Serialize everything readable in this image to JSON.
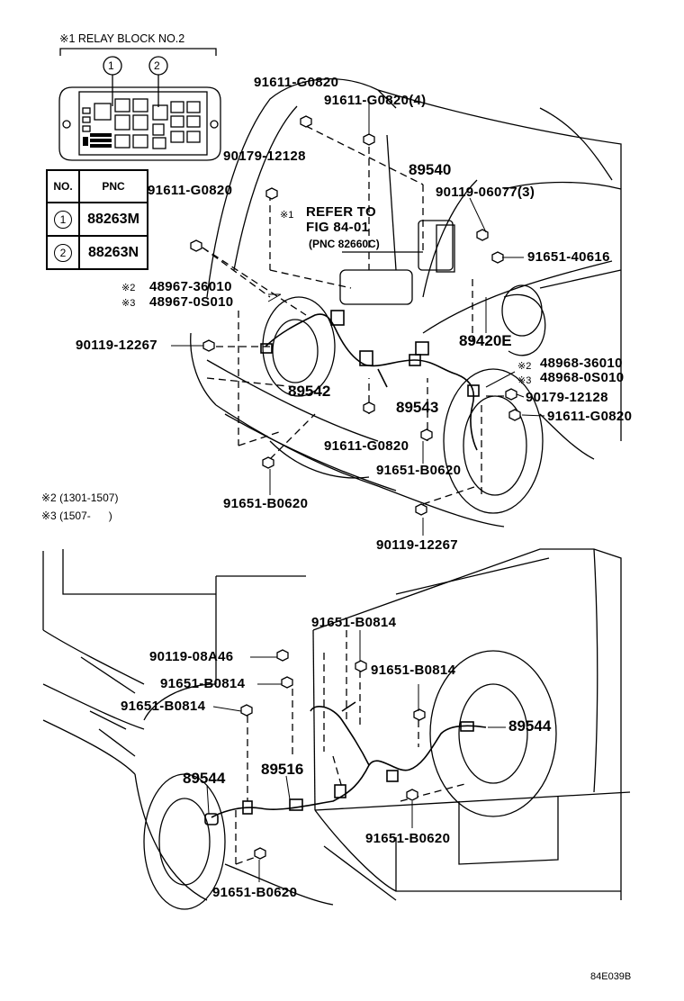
{
  "relay_block": {
    "title": "※1 RELAY BLOCK NO.2",
    "callout_1": "1",
    "callout_2": "2"
  },
  "table": {
    "header_no": "NO.",
    "header_pnc": "PNC",
    "rows": [
      {
        "no": "1",
        "pnc": "88263M"
      },
      {
        "no": "2",
        "pnc": "88263N"
      }
    ]
  },
  "labels": {
    "l1": "91611-G0820",
    "l2": "91611-G0820(4)",
    "l3": "90179-12128",
    "l4": "89540",
    "l5": "91611-G0820",
    "l6": "※1",
    "l7": "REFER TO",
    "l8": "FIG 84-01",
    "l9": "(PNC 82660C)",
    "l10": "90119-06077(3)",
    "l11": "91651-40616",
    "l12a": "※2",
    "l12": "48967-36010",
    "l13a": "※3",
    "l13": "48967-0S010",
    "l14": "89420E",
    "l15": "90119-12267",
    "l16a": "※2",
    "l16": "48968-36010",
    "l17a": "※3",
    "l17": "48968-0S010",
    "l18": "89542",
    "l19": "90179-12128",
    "l20": "89543",
    "l21": "91611-G0820",
    "l22": "91611-G0820",
    "l23": "91651-B0620",
    "l24": "91651-B0620",
    "l25": "90119-12267",
    "l26": "91651-B0814",
    "l27": "90119-08A46",
    "l28": "91651-B0814",
    "l29": "91651-B0814",
    "l30": "91651-B0814",
    "l31": "89544",
    "l32": "89516",
    "l33": "89544",
    "l34": "91651-B0620",
    "l35": "91651-B0620"
  },
  "notes": {
    "n2": "※2 (1301-1507)",
    "n3": "※3 (1507-      )"
  },
  "figure_code": "84E039B"
}
